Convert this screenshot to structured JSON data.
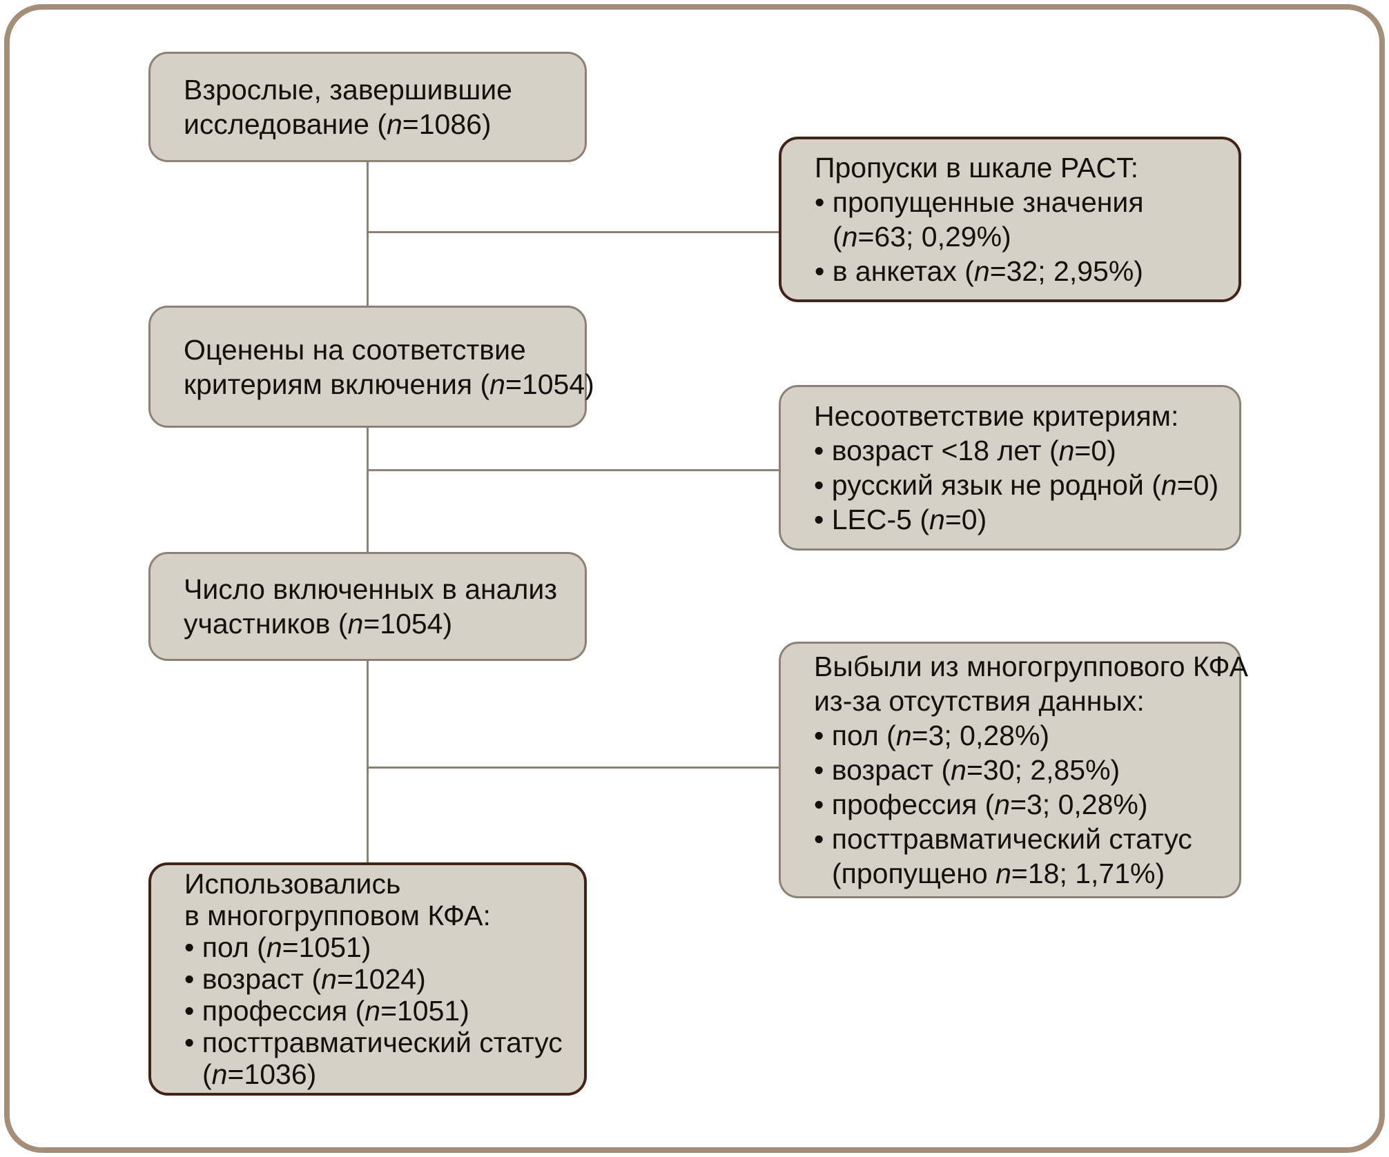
{
  "diagram": {
    "title": "Блок-схема включения участников исследования",
    "colors": {
      "background": "#ffffff",
      "frame_border": "#a58e79",
      "box_fill": "#d7d0c7",
      "border_gray": "#8c8176",
      "border_maroon": "#402418",
      "connector": "#8c8176",
      "text": "#14110d"
    },
    "boxes": [
      {
        "id": "l1",
        "column": "left",
        "border": "gray",
        "lines": [
          {
            "t": "title",
            "text": "Взрослые, завершившие"
          },
          {
            "t": "title",
            "text": "исследование (n=1086)"
          }
        ]
      },
      {
        "id": "r1",
        "column": "right",
        "border": "maroon",
        "lines": [
          {
            "t": "title",
            "text": "Пропуски в шкале PACT:"
          },
          {
            "t": "bullet",
            "text": "• пропущенные значения"
          },
          {
            "t": "cont",
            "text": "(n=63; 0,29%)"
          },
          {
            "t": "bullet",
            "text": "• в анкетах (n=32; 2,95%)"
          }
        ]
      },
      {
        "id": "l2",
        "column": "left",
        "border": "gray",
        "lines": [
          {
            "t": "title",
            "text": "Оценены на соответствие"
          },
          {
            "t": "title",
            "text": "критериям включения (n=1054)"
          }
        ]
      },
      {
        "id": "r2",
        "column": "right",
        "border": "gray",
        "lines": [
          {
            "t": "title",
            "text": "Несоответствие критериям:"
          },
          {
            "t": "bullet",
            "text": "• возраст <18 лет (n=0)"
          },
          {
            "t": "bullet",
            "text": "• русский язык не родной (n=0)"
          },
          {
            "t": "bullet",
            "text": "• LEC-5 (n=0)"
          }
        ]
      },
      {
        "id": "l3",
        "column": "left",
        "border": "gray",
        "lines": [
          {
            "t": "title",
            "text": "Число включенных в анализ"
          },
          {
            "t": "title",
            "text": "участников (n=1054)"
          }
        ]
      },
      {
        "id": "r3",
        "column": "right",
        "border": "gray",
        "lines": [
          {
            "t": "title",
            "text": "Выбыли из многогруппового КФА"
          },
          {
            "t": "title",
            "text": "из-за отсутствия данных:"
          },
          {
            "t": "bullet",
            "text": "• пол (n=3; 0,28%)"
          },
          {
            "t": "bullet",
            "text": "• возраст (n=30; 2,85%)"
          },
          {
            "t": "bullet",
            "text": "• профессия (n=3; 0,28%)"
          },
          {
            "t": "bullet",
            "text": "• посттравматический статус"
          },
          {
            "t": "cont",
            "text": "(пропущено n=18; 1,71%)"
          }
        ]
      },
      {
        "id": "l4",
        "column": "left",
        "border": "maroon",
        "lines": [
          {
            "t": "title",
            "text": "Использовались"
          },
          {
            "t": "title",
            "text": "в многогрупповом КФА:"
          },
          {
            "t": "bullet",
            "text": "• пол (n=1051)"
          },
          {
            "t": "bullet",
            "text": "• возраст (n=1024)"
          },
          {
            "t": "bullet",
            "text": "• профессия (n=1051)"
          },
          {
            "t": "bullet",
            "text": "• посттравматический статус"
          },
          {
            "t": "cont",
            "text": "(n=1036)"
          }
        ]
      }
    ]
  }
}
